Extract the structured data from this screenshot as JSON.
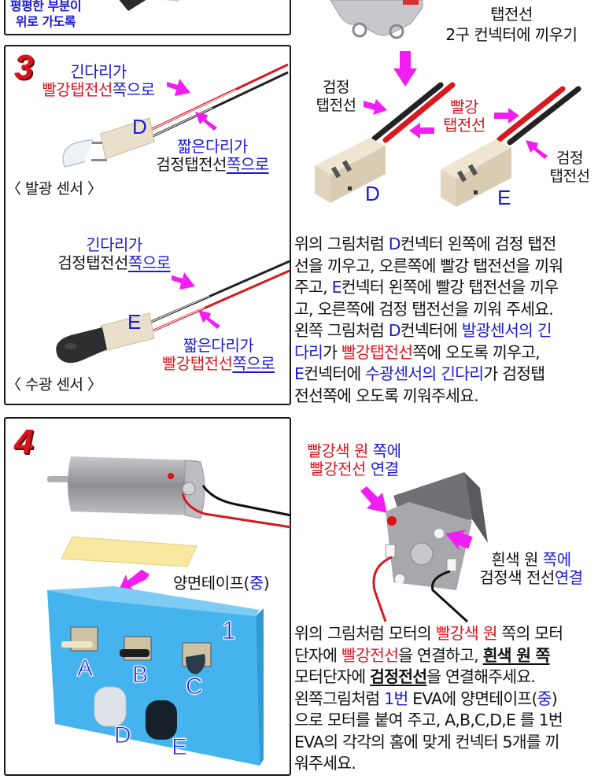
{
  "top_box": {
    "caption_line1": "평평한 부분이",
    "caption_line2": "위로 가도록"
  },
  "top_right": {
    "title_line1": "탭전선",
    "title_line2": "2구 컨넥터에 끼우기",
    "black_wire_left_line1": "검정",
    "black_wire_left_line2": "탭전선",
    "red_wire_line1": "빨강",
    "red_wire_line2": "탭전선",
    "black_wire_right_line1": "검정",
    "black_wire_right_line2": "탭전선",
    "connector_d": "D",
    "connector_e": "E"
  },
  "step3": {
    "number": "3",
    "emitter": {
      "long_leg_line1": "긴다리가",
      "long_leg_line2_red": "빨강탭전선",
      "long_leg_line2_blue": "쪽으로",
      "short_leg_line1": "짧은다리가",
      "short_leg_line2_black": "검정탭전선",
      "short_leg_line2_blue": "쪽으로",
      "connector_label": "D",
      "caption": "〈 발광 센서 〉"
    },
    "receiver": {
      "long_leg_line1": "긴다리가",
      "long_leg_line2_black": "검정탭전선",
      "long_leg_line2_blue": "쪽으로",
      "short_leg_line1": "짧은다리가",
      "short_leg_line2_red": "빨강탭전선",
      "short_leg_line2_blue": "쪽으로",
      "connector_label": "E",
      "caption": "〈 수광 센서 〉"
    },
    "instructions": [
      [
        {
          "t": "위의 그림처럼 ",
          "c": "blk"
        },
        {
          "t": "D",
          "c": "blue"
        },
        {
          "t": "컨넥터 왼쪽에 검정 탭전",
          "c": "blk"
        }
      ],
      [
        {
          "t": "선을 끼우고, 오른쪽에 빨강 탭전선을 끼워",
          "c": "blk"
        }
      ],
      [
        {
          "t": "주고, ",
          "c": "blk"
        },
        {
          "t": "E",
          "c": "blue"
        },
        {
          "t": "컨넥터 왼쪽에 빨강 탭전선을 끼우",
          "c": "blk"
        }
      ],
      [
        {
          "t": "고, 오른쪽에 검정 탭전선을 끼워 주세요.",
          "c": "blk"
        }
      ],
      [
        {
          "t": "왼쪽 그림처럼 ",
          "c": "blk"
        },
        {
          "t": "D",
          "c": "blue"
        },
        {
          "t": "컨넥터에 ",
          "c": "blk"
        },
        {
          "t": "발광센서의 긴",
          "c": "blue"
        }
      ],
      [
        {
          "t": "다리",
          "c": "blue"
        },
        {
          "t": "가 ",
          "c": "blk"
        },
        {
          "t": "빨강탭전선",
          "c": "red"
        },
        {
          "t": "쪽에 오도록 끼우고,",
          "c": "blk"
        }
      ],
      [
        {
          "t": "E",
          "c": "blue"
        },
        {
          "t": "컨넥터에 ",
          "c": "blk"
        },
        {
          "t": "수광센서의 긴다리",
          "c": "blue"
        },
        {
          "t": "가 검정탭",
          "c": "blk"
        }
      ],
      [
        {
          "t": "전선쪽에 오도록 끼워주세요.",
          "c": "blk"
        }
      ]
    ]
  },
  "step4": {
    "number": "4",
    "tape_label": "양면테이프(",
    "tape_label_size": "중",
    "tape_label_close": ")",
    "eva_number": "1",
    "slots": [
      "A",
      "B",
      "C",
      "D",
      "E"
    ],
    "motor_red_line1_red": "빨강색 원",
    "motor_red_line1_blue": " 쪽에",
    "motor_red_line2_red": "빨강전선",
    "motor_red_line2_blue": " 연결",
    "motor_white_line1_black": "흰색 원 ",
    "motor_white_line1_blue": "쪽에",
    "motor_white_line2_black": "검정색 전선",
    "motor_white_line2_blue": "연결",
    "instructions": [
      [
        {
          "t": "위의 그림처럼 모터의 ",
          "c": "blk"
        },
        {
          "t": "빨강색 원",
          "c": "red"
        },
        {
          "t": " 쪽의 모터",
          "c": "blk"
        }
      ],
      [
        {
          "t": "단자에 ",
          "c": "blk"
        },
        {
          "t": "빨강전선",
          "c": "red"
        },
        {
          "t": "을 연결하고, ",
          "c": "blk"
        },
        {
          "t": "흰색 원 쪽",
          "c": "blk u bold"
        }
      ],
      [
        {
          "t": "모터단자에 ",
          "c": "blk"
        },
        {
          "t": "검정전선",
          "c": "blk u bold"
        },
        {
          "t": "을 연결해주세요.",
          "c": "blk"
        }
      ],
      [
        {
          "t": "왼쪽그림처럼 ",
          "c": "blk"
        },
        {
          "t": "1번",
          "c": "blue"
        },
        {
          "t": " EVA에 양면테이프(",
          "c": "blk"
        },
        {
          "t": "중",
          "c": "blue"
        },
        {
          "t": ")",
          "c": "blk"
        }
      ],
      [
        {
          "t": "으로 모터를 붙여 주고, A,B,C,D,E 를 1번",
          "c": "blk"
        }
      ],
      [
        {
          "t": "EVA의 각각의 홈에 맞게 컨넥터 5개를 끼",
          "c": "blk"
        }
      ],
      [
        {
          "t": "워주세요.",
          "c": "blk"
        }
      ]
    ]
  },
  "colors": {
    "red_text": "#e0141e",
    "blue_text": "#1a1ad6",
    "arrow_magenta": "#f01ef0",
    "eva_blue": "#45b4ee",
    "tape_yellow": "#f8e8a0",
    "connector_beige": "#e8dcc4"
  }
}
